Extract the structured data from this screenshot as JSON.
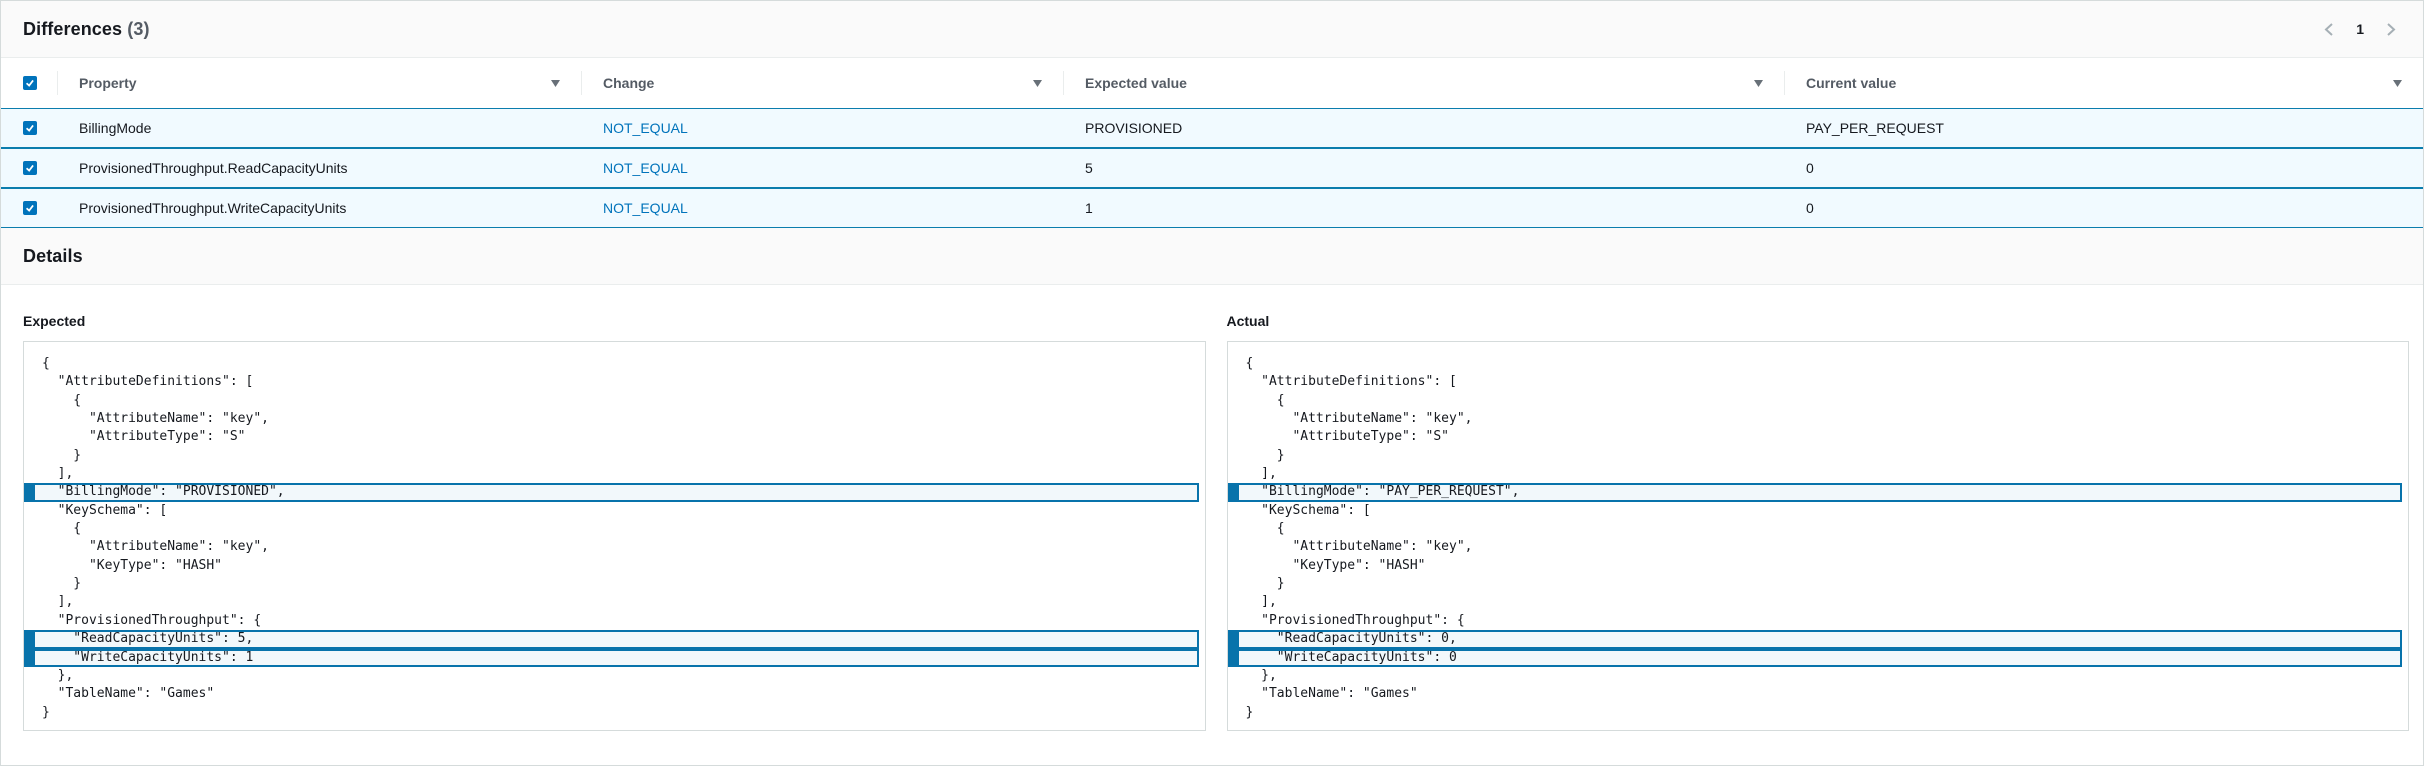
{
  "colors": {
    "accent": "#0073bb",
    "row_border": "#0b7dad",
    "row_bg": "#f1faff",
    "hl_border": "#0873ab",
    "hl_bg": "#f2f8fb",
    "header_bg": "#fafafa",
    "divider": "#eaeded",
    "panel_border": "#d5dbdb",
    "text": "#16191f",
    "muted": "#545b64",
    "caret": "#687078",
    "chevron": "#a5afb5"
  },
  "differences": {
    "title": "Differences",
    "count": "(3)",
    "pagination": {
      "current_page": "1"
    },
    "select_all_checked": true,
    "columns": [
      "Property",
      "Change",
      "Expected value",
      "Current value"
    ],
    "rows": [
      {
        "selected": true,
        "property": "BillingMode",
        "change": "NOT_EQUAL",
        "expected": "PROVISIONED",
        "current": "PAY_PER_REQUEST"
      },
      {
        "selected": true,
        "property": "ProvisionedThroughput.ReadCapacityUnits",
        "change": "NOT_EQUAL",
        "expected": "5",
        "current": "0"
      },
      {
        "selected": true,
        "property": "ProvisionedThroughput.WriteCapacityUnits",
        "change": "NOT_EQUAL",
        "expected": "1",
        "current": "0"
      }
    ]
  },
  "details": {
    "title": "Details",
    "expected_label": "Expected",
    "actual_label": "Actual",
    "expected_code": {
      "highlighted": [
        7,
        15,
        16
      ],
      "lines": [
        "{",
        "  \"AttributeDefinitions\": [",
        "    {",
        "      \"AttributeName\": \"key\",",
        "      \"AttributeType\": \"S\"",
        "    }",
        "  ],",
        "  \"BillingMode\": \"PROVISIONED\",",
        "  \"KeySchema\": [",
        "    {",
        "      \"AttributeName\": \"key\",",
        "      \"KeyType\": \"HASH\"",
        "    }",
        "  ],",
        "  \"ProvisionedThroughput\": {",
        "    \"ReadCapacityUnits\": 5,",
        "    \"WriteCapacityUnits\": 1",
        "  },",
        "  \"TableName\": \"Games\"",
        "}"
      ]
    },
    "actual_code": {
      "highlighted": [
        7,
        15,
        16
      ],
      "lines": [
        "{",
        "  \"AttributeDefinitions\": [",
        "    {",
        "      \"AttributeName\": \"key\",",
        "      \"AttributeType\": \"S\"",
        "    }",
        "  ],",
        "  \"BillingMode\": \"PAY_PER_REQUEST\",",
        "  \"KeySchema\": [",
        "    {",
        "      \"AttributeName\": \"key\",",
        "      \"KeyType\": \"HASH\"",
        "    }",
        "  ],",
        "  \"ProvisionedThroughput\": {",
        "    \"ReadCapacityUnits\": 0,",
        "    \"WriteCapacityUnits\": 0",
        "  },",
        "  \"TableName\": \"Games\"",
        "}"
      ]
    }
  }
}
